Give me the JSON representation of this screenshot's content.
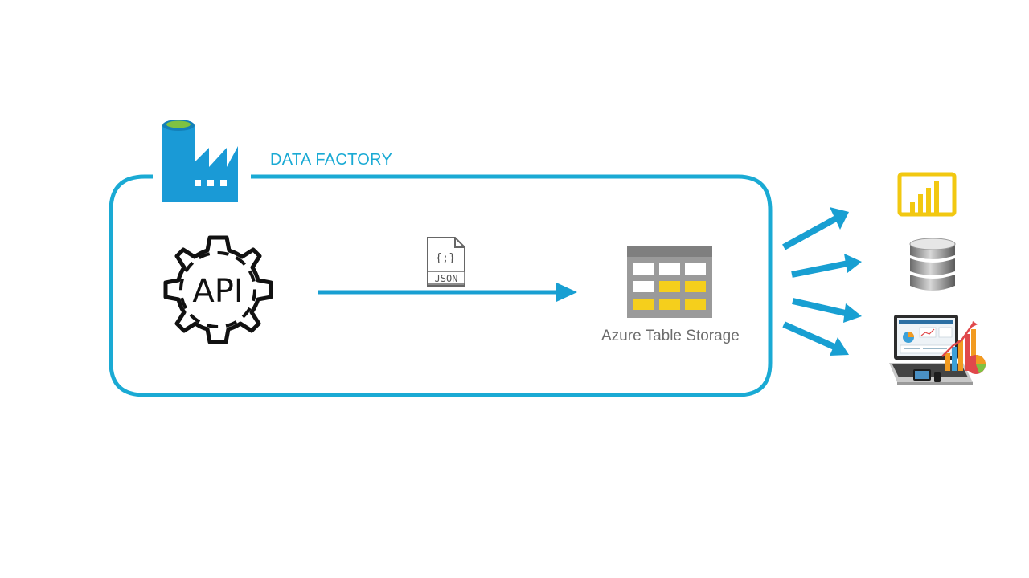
{
  "diagram": {
    "title": "DATA FACTORY",
    "api_label": "API",
    "json_label": "JSON",
    "json_glyph": "{;}",
    "storage_label": "Azure Table Storage",
    "outputs": [
      {
        "icon": "power-bi-icon"
      },
      {
        "icon": "database-icon"
      },
      {
        "icon": "laptop-dashboard-icon"
      }
    ]
  },
  "colors": {
    "accent": "#1aaad4",
    "arrow": "#189fd2",
    "factory_blue": "#1a9ad6",
    "factory_top": "#7fc241",
    "table_header": "#9a9a9a",
    "table_yellow": "#f5cf1c",
    "powerbi_yellow": "#f2c811",
    "label_gray": "#6d6d6d"
  }
}
